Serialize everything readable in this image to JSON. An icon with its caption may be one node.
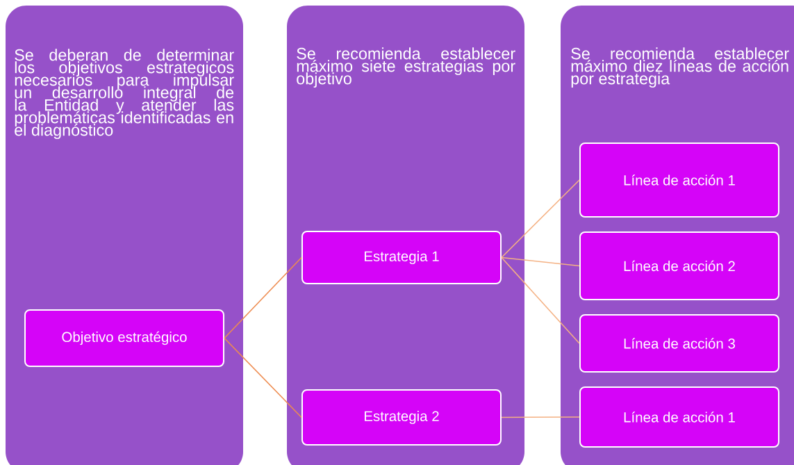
{
  "diagram": {
    "nodes": [
      {
        "text": [
          "Se deberan de determinar los objetivos estrategicos necesarios para impulsar un desarrollo integral de la Entidad y atender las problemáticas identificadas en el diagnóstico"
        ]
      },
      {
        "text": [
          "Objetivo estratégico"
        ],
        "in": 0
      },
      {
        "text": [
          "Se recomienda establecer máximo siete estrategias por objetivo"
        ]
      },
      {
        "text": [
          "Estrategia 1"
        ],
        "in": 2
      },
      {
        "text": [
          "Estrategia 2"
        ],
        "in": 2
      },
      {
        "text": [
          "Se recomienda establecer máximo diez líneas de acción por estrategia"
        ]
      },
      {
        "text": [
          "Línea de acción 1"
        ],
        "in": 5
      },
      {
        "text": [
          "Línea de acción 2"
        ],
        "in": 5
      },
      {
        "text": [
          "Línea de acción 3"
        ],
        "in": 5
      },
      {
        "text": [
          "Línea de acción 1"
        ],
        "in": 5
      }
    ],
    "edges": [
      {
        "from": 1,
        "to": 3,
        "arrow": "none",
        "color": "#ee8c50"
      },
      {
        "from": 1,
        "to": 4,
        "arrow": "none",
        "color": "#ee8c50"
      },
      {
        "from": 3,
        "to": 6,
        "arrow": "none"
      },
      {
        "from": 3,
        "to": 7,
        "arrow": "none"
      },
      {
        "from": 3,
        "to": 8,
        "arrow": "none"
      },
      {
        "from": 4,
        "to": 9,
        "arrow": "none"
      }
    ]
  }
}
